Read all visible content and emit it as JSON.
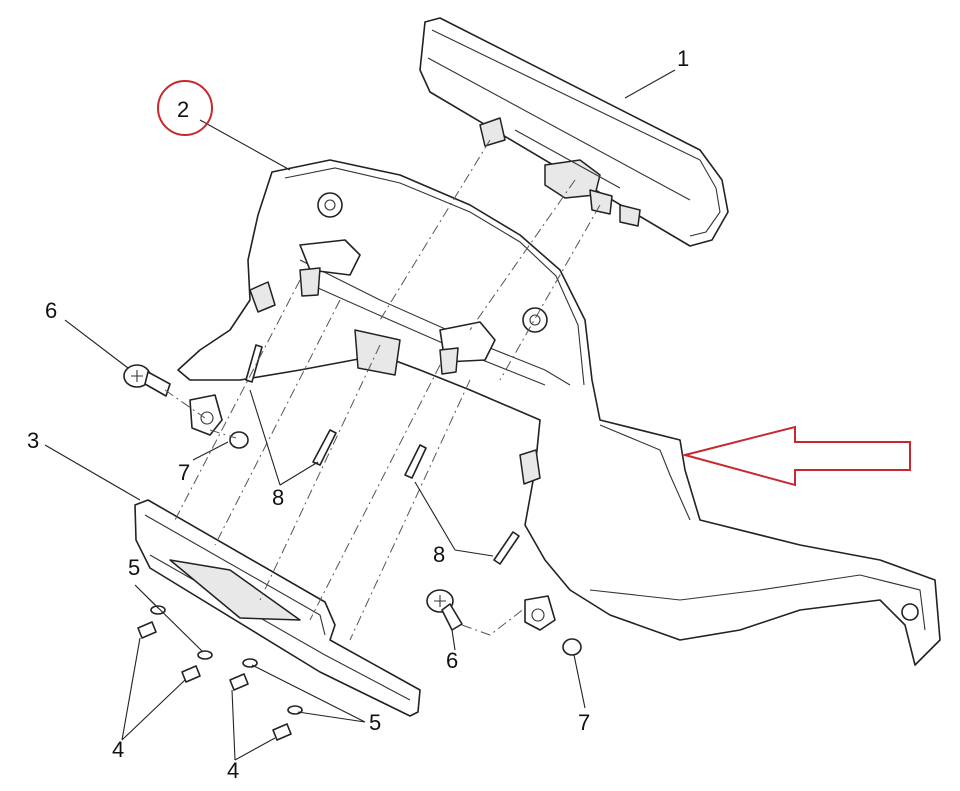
{
  "diagram": {
    "callouts": [
      {
        "id": "c1",
        "text": "1"
      },
      {
        "id": "c2",
        "text": "2"
      },
      {
        "id": "c3",
        "text": "3"
      },
      {
        "id": "c4a",
        "text": "4"
      },
      {
        "id": "c4b",
        "text": "4"
      },
      {
        "id": "c5a",
        "text": "5"
      },
      {
        "id": "c5b",
        "text": "5"
      },
      {
        "id": "c6a",
        "text": "6"
      },
      {
        "id": "c6b",
        "text": "6"
      },
      {
        "id": "c7a",
        "text": "7"
      },
      {
        "id": "c7b",
        "text": "7"
      },
      {
        "id": "c8a",
        "text": "8"
      },
      {
        "id": "c8b",
        "text": "8"
      }
    ],
    "highlight_color": "#c8282d",
    "highlighted_part": "2"
  }
}
